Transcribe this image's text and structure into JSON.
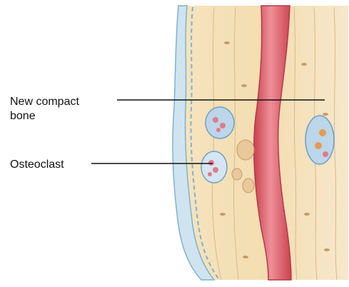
{
  "labels": {
    "new_compact_bone": [
      "New compact",
      "bone"
    ],
    "osteoclast": "Osteoclast"
  },
  "colors": {
    "bone": "#f3ddb0",
    "bone_light": "#f8ead0",
    "periosteum": "#cfe4ef",
    "periosteum_edge": "#7fb2d0",
    "vessel": "#d8566a",
    "vessel_light": "#ee8f98",
    "leader_line": "#111111"
  }
}
